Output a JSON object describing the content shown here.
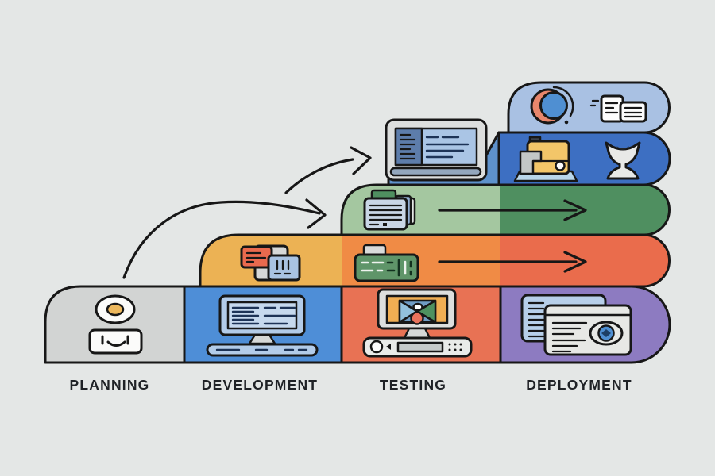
{
  "canvas": {
    "background_color": "#e4e7e6",
    "outline_color": "#171717",
    "label_color": "#1f2226"
  },
  "stages": [
    {
      "label": "PLANNING",
      "block_color": "#d2d4d3",
      "icon": "target-socket-icon"
    },
    {
      "label": "DEVELOPMENT",
      "block_color": "#4e8ed7",
      "icon": "desktop-computer-icon"
    },
    {
      "label": "TESTING",
      "block_color": "#e87254",
      "icon": "test-monitor-player-icon"
    },
    {
      "label": "DEPLOYMENT",
      "block_color": "#8d7bc1",
      "icon": "stacked-browser-windows-icon"
    }
  ],
  "rows": {
    "row2": {
      "segment_colors": [
        "#ecb254",
        "#f08b45",
        "#ea6c4c"
      ],
      "icons": [
        "note-cards-icon",
        "barcode-keyboard-icon"
      ],
      "arrow": "long-right-arrow"
    },
    "row3": {
      "segment_colors": [
        "#a4c7a0",
        "#4f8f60"
      ],
      "icons": [
        "newspaper-icon"
      ],
      "arrow": "long-right-arrow"
    },
    "row4": {
      "segment_colors": [
        "#5e92cc",
        "#3d6fc2"
      ],
      "icons": [
        "laptop-icon",
        "build-machine-icon",
        "trophy-icon"
      ]
    },
    "row5": {
      "segment_colors": [
        "#a9c1e3"
      ],
      "icons": [
        "sync-circle-icon",
        "document-pair-icon"
      ]
    }
  },
  "connectors": {
    "color": "#171717",
    "curved_arrows": [
      "planning-up-arrow",
      "to-laptop-up-arrow"
    ],
    "straight_arrows": [
      "row3-right-arrow",
      "row2-right-arrow"
    ]
  }
}
